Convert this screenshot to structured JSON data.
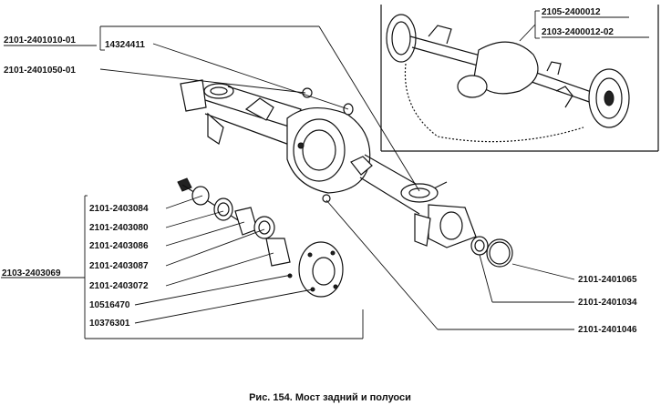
{
  "figure": {
    "caption": "Рис. 154. Мост задний и полуоси"
  },
  "labels": {
    "top_left_a": "2101-2401010-01",
    "top_left_b": "14324411",
    "top_left_c": "2101-2401050-01",
    "inset_a": "2105-2400012",
    "inset_b": "2103-2400012-02",
    "group": "2103-2403069",
    "l1": "2101-2403084",
    "l2": "2101-2403080",
    "l3": "2101-2403086",
    "l4": "2101-2403087",
    "l5": "2101-2403072",
    "l6": "10516470",
    "l7": "10376301",
    "r1": "2101-2401065",
    "r2": "2101-2401034",
    "r3": "2101-2401046"
  }
}
